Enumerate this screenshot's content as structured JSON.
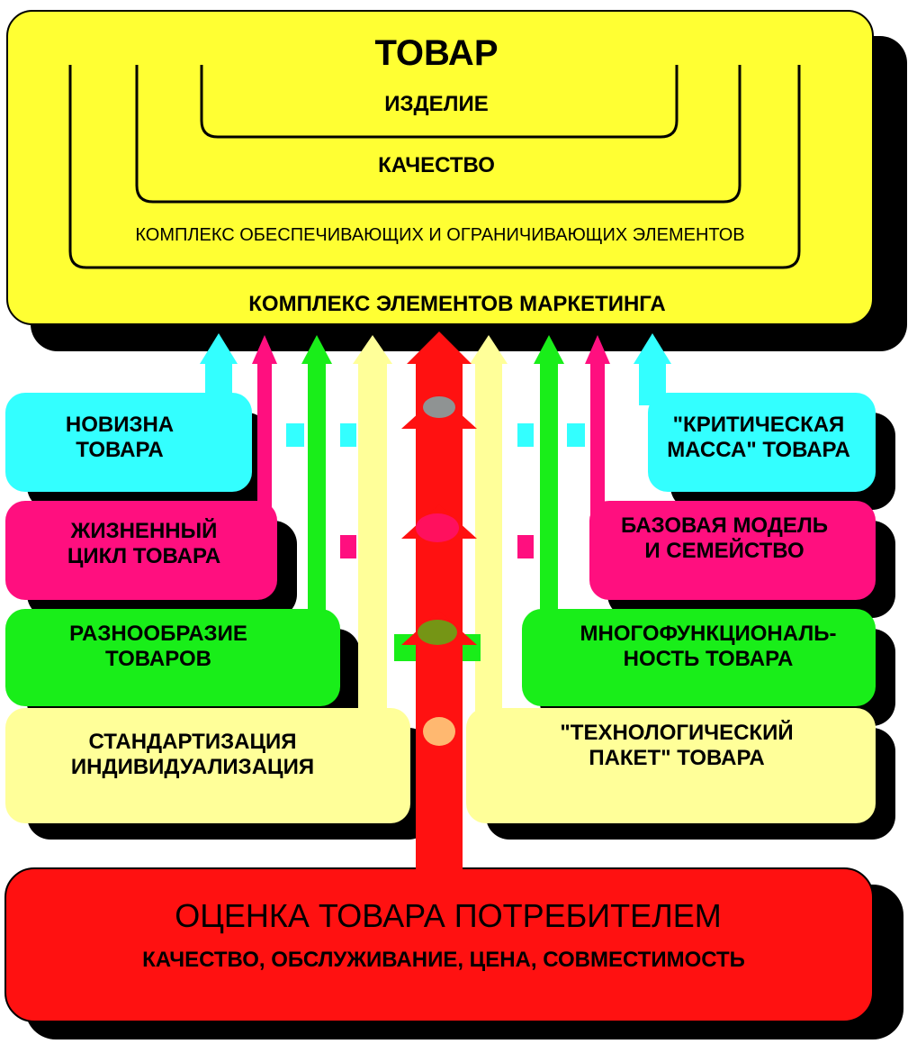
{
  "colors": {
    "yellow": "#ffff33",
    "cyan": "#33ffff",
    "magenta": "#ff0f7f",
    "green": "#19ee19",
    "cream": "#ffff99",
    "red": "#ff1111",
    "shadow": "#000000",
    "outline": "#000000"
  },
  "top": {
    "title": "ТОВАР",
    "product": "ИЗДЕЛИЕ",
    "quality": "КАЧЕСТВО",
    "support": "КОМПЛЕКС ОБЕСПЕЧИВАЮЩИХ И ОГРАНИЧИВАЮЩИХ ЭЛЕМЕНТОВ",
    "marketing": "КОМПЛЕКС ЭЛЕМЕНТОВ МАРКЕТИНГА"
  },
  "left": {
    "novelty": [
      "НОВИЗНА",
      "ТОВАРА"
    ],
    "lifecycle": [
      "ЖИЗНЕННЫЙ",
      "ЦИКЛ ТОВАРА"
    ],
    "variety": [
      "РАЗНООБРАЗИЕ",
      "ТОВАРОВ"
    ],
    "standard": [
      "СТАНДАРТИЗАЦИЯ",
      "ИНДИВИДУАЛИЗАЦИЯ"
    ]
  },
  "right": {
    "critical": [
      "\"КРИТИЧЕСКАЯ",
      "МАССА\" ТОВАРА"
    ],
    "basemodel": [
      "БАЗОВАЯ МОДЕЛЬ",
      "И СЕМЕЙСТВО"
    ],
    "multifunc": [
      "МНОГОФУНКЦИОНАЛЬ-",
      "НОСТЬ ТОВАРА"
    ],
    "techpack": [
      "\"ТЕХНОЛОГИЧЕСКИЙ",
      "ПАКЕТ\" ТОВАРА"
    ]
  },
  "bottom": {
    "title": "ОЦЕНКА ТОВАРА ПОТРЕБИТЕЛЕМ",
    "factors": "КАЧЕСТВО, ОБСЛУЖИВАНИЕ, ЦЕНА, СОВМЕСТИМОСТЬ"
  }
}
